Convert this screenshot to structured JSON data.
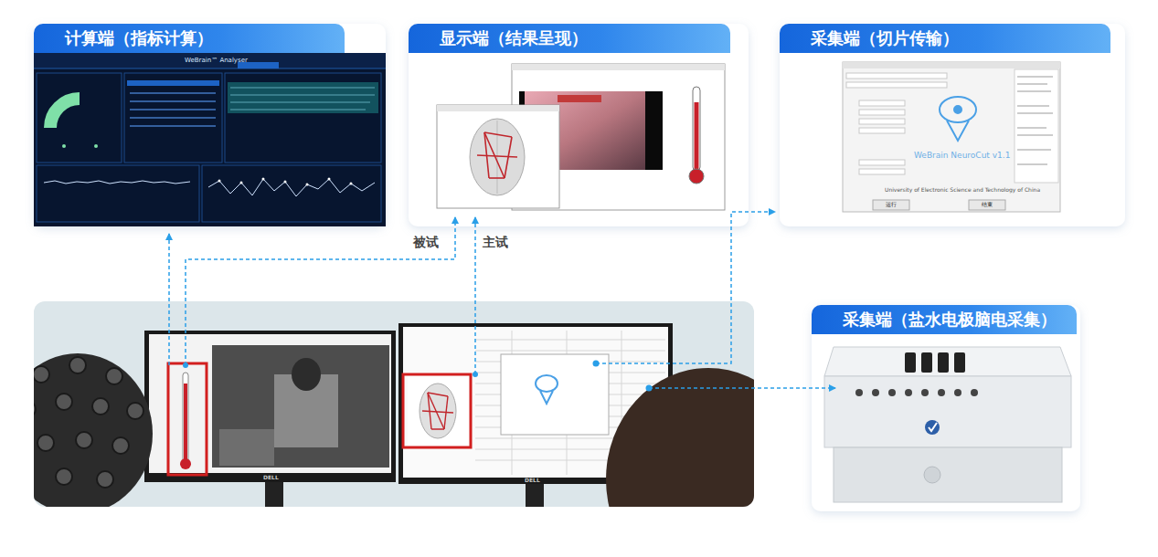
{
  "diagram": {
    "nodes": [
      {
        "text": [
          "计算端（指标计算）"
        ]
      },
      {
        "text": [
          "显示端（结果呈现）"
        ]
      },
      {
        "text": [
          "采集端（切片传输）"
        ]
      },
      {
        "text": [
          "采集端（盐水电极脑电采集）"
        ]
      }
    ],
    "labels": [
      "被试",
      "主试",
      "WeBrain™ Analyser",
      "WeBrain NeuroCut v1.1",
      "University of Electronic Science and Technology of China",
      "运行",
      "结束",
      "DELL",
      "DELL"
    ]
  }
}
